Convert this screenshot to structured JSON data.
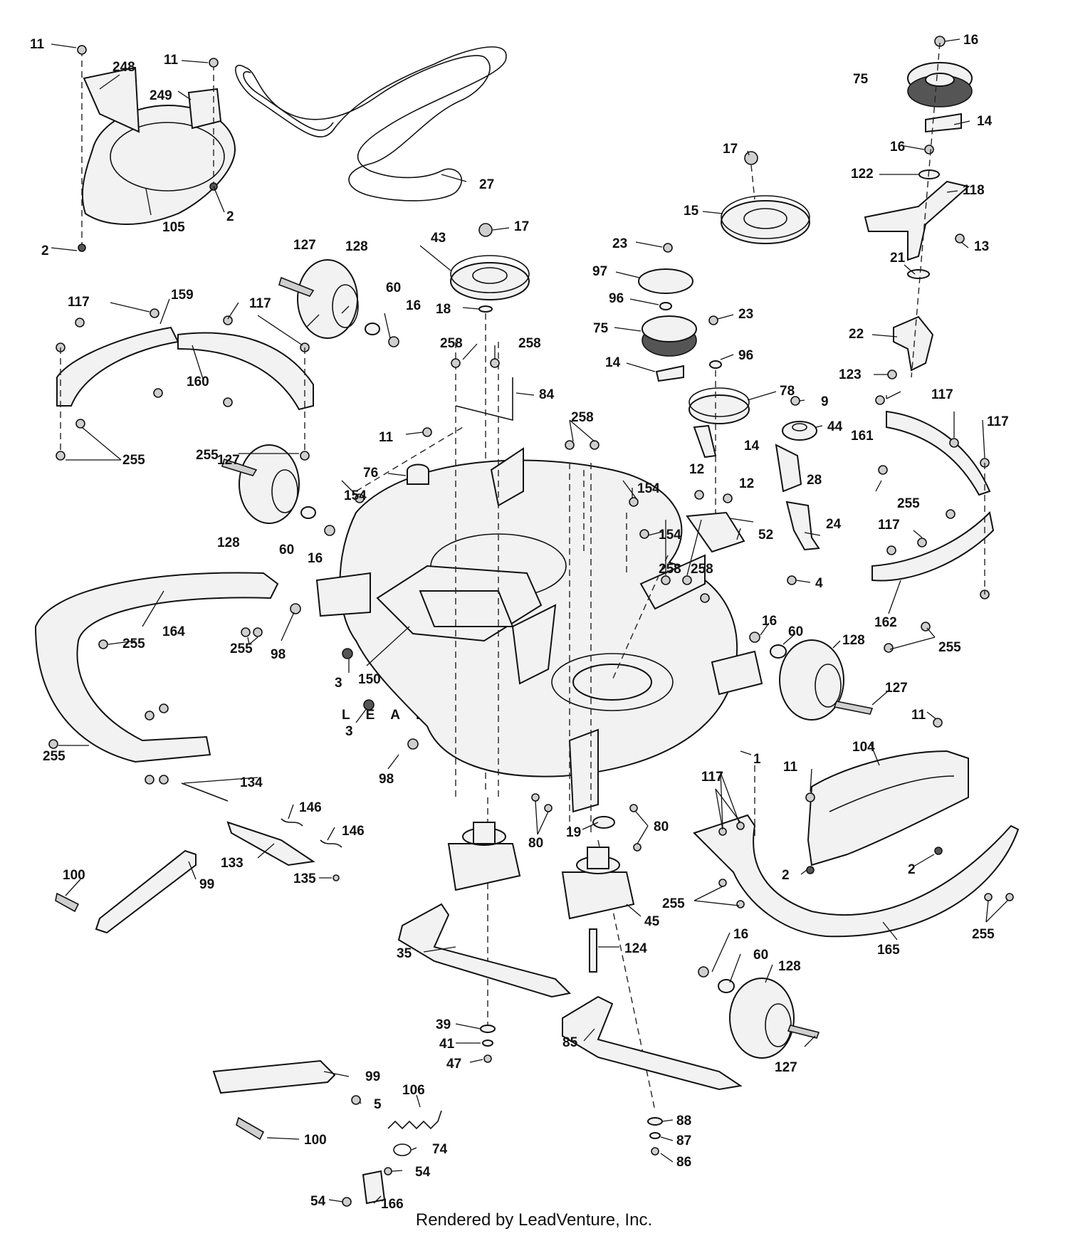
{
  "watermark": "LEADVENTURE",
  "footer": "Rendered by LeadVenture, Inc.",
  "callouts": [
    "11",
    "248",
    "11",
    "249",
    "105",
    "2",
    "2",
    "27",
    "16",
    "75",
    "14",
    "17",
    "15",
    "16",
    "122",
    "118",
    "13",
    "21",
    "22",
    "123",
    "127",
    "128",
    "60",
    "16",
    "43",
    "17",
    "18",
    "23",
    "97",
    "96",
    "75",
    "23",
    "96",
    "14",
    "78",
    "9",
    "44",
    "117",
    "159",
    "117",
    "160",
    "255",
    "255",
    "258",
    "258",
    "84",
    "258",
    "11",
    "76",
    "14",
    "28",
    "12",
    "12",
    "117",
    "161",
    "117",
    "255",
    "127",
    "128",
    "60",
    "16",
    "154",
    "154",
    "154",
    "52",
    "24",
    "4",
    "117",
    "162",
    "255",
    "164",
    "255",
    "255",
    "98",
    "3",
    "150",
    "258",
    "258",
    "16",
    "60",
    "128",
    "127",
    "3",
    "98",
    "1",
    "117",
    "255",
    "134",
    "146",
    "146",
    "133",
    "135",
    "100",
    "99",
    "80",
    "19",
    "80",
    "45",
    "11",
    "104",
    "11",
    "2",
    "2",
    "117",
    "255",
    "165",
    "255",
    "124",
    "35",
    "16",
    "60",
    "128",
    "39",
    "41",
    "47",
    "85",
    "127",
    "99",
    "5",
    "106",
    "100",
    "74",
    "54",
    "88",
    "87",
    "86",
    "54",
    "166"
  ]
}
